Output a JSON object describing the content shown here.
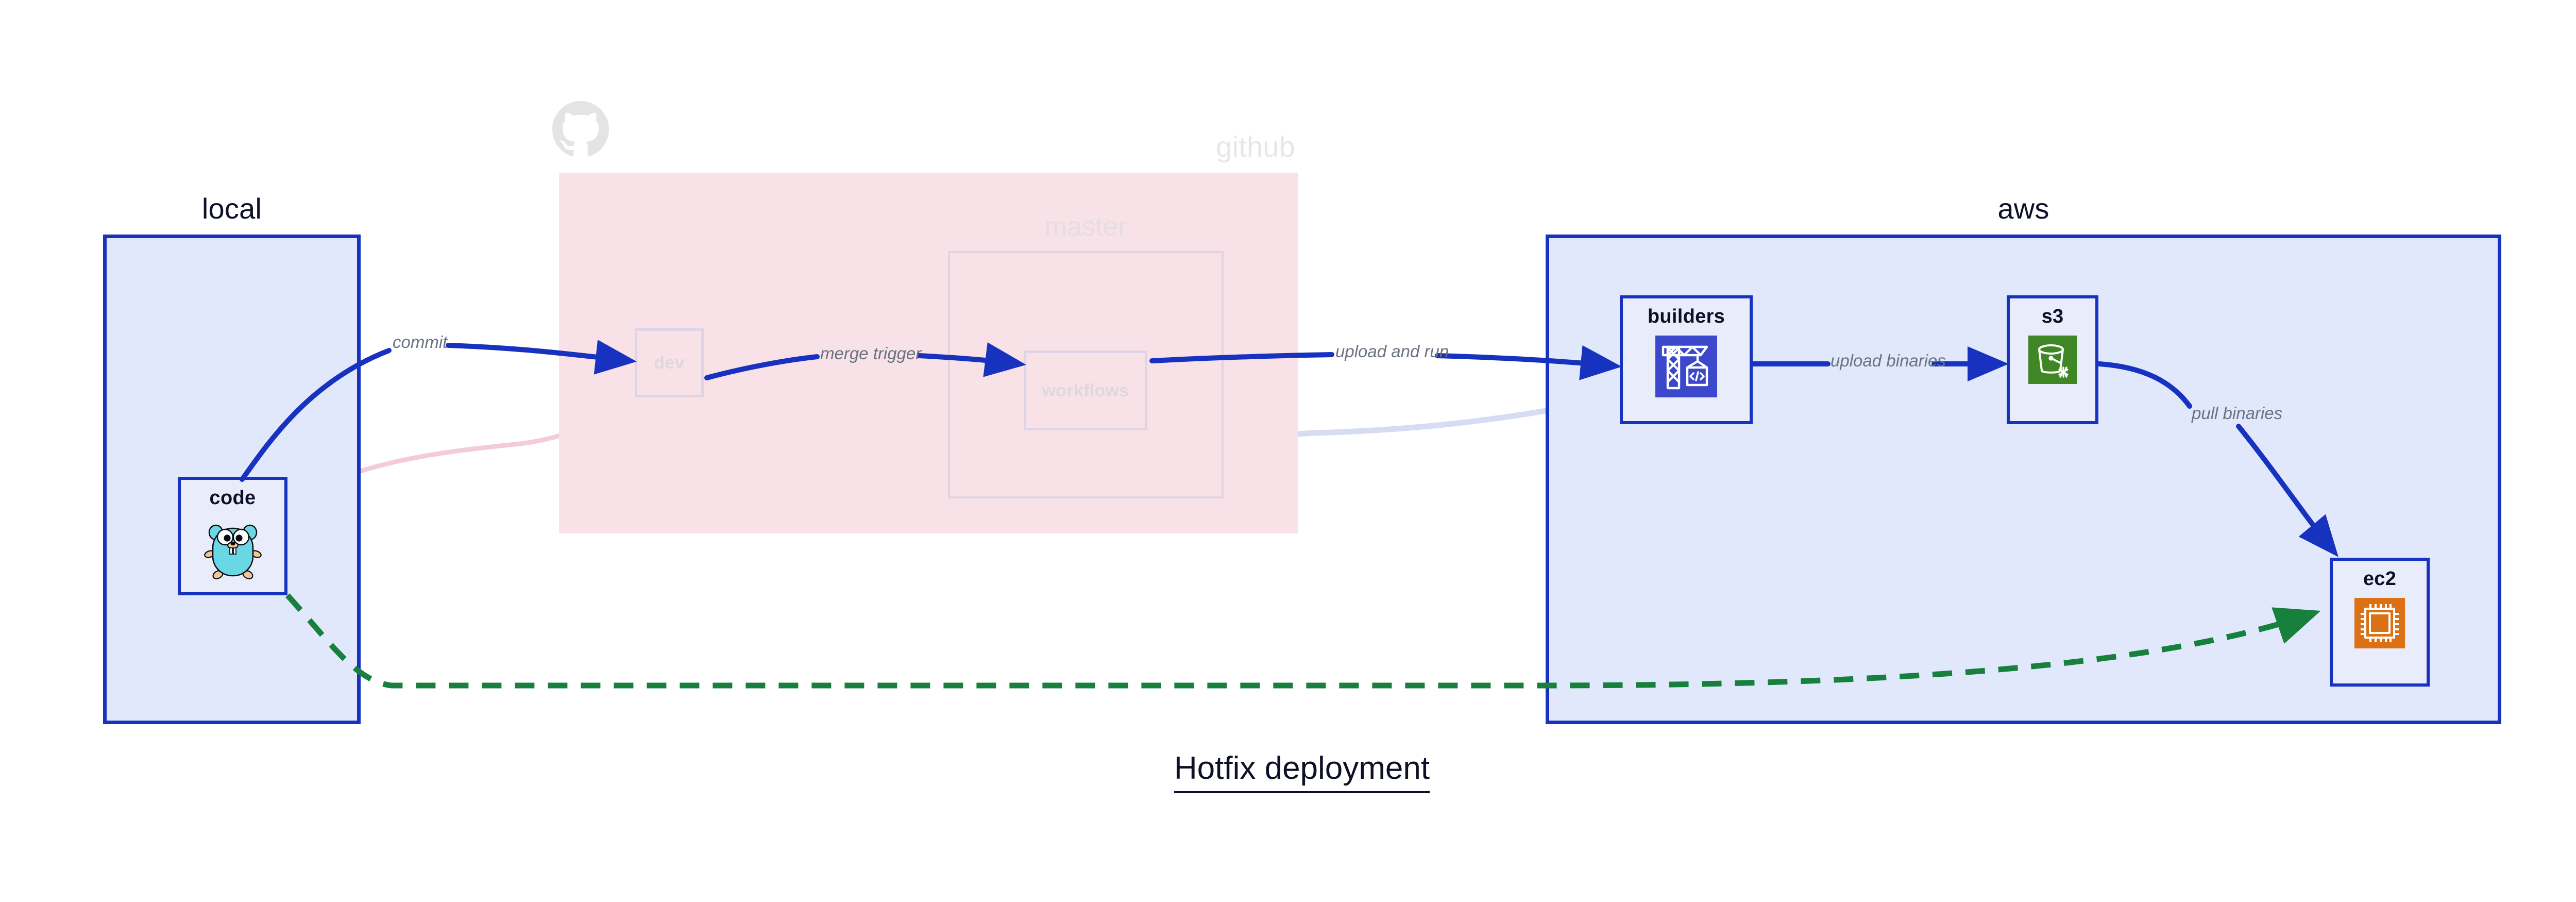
{
  "title": "Hotfix deployment",
  "colors": {
    "group_blue_fill": "#e2e8fb",
    "group_blue_stroke": "#1832c0",
    "group_pink_fill": "#f8e2e8",
    "node_fill": "#e9edfb",
    "edge_blue": "#1832c0",
    "edge_green": "#17803d",
    "label_gray": "#6b7280",
    "text_dark": "#0d1026",
    "faded_purple": "#ded4e6",
    "codebuild_icon": "#3b48cc",
    "s3_icon": "#3f8624",
    "ec2_icon": "#db7014",
    "gopher_body": "#6ad7e5"
  },
  "groups": {
    "local": {
      "label": "local"
    },
    "github": {
      "label": "github",
      "icon": "github-octocat-logo",
      "faded": true
    },
    "master": {
      "label": "master",
      "faded": true
    },
    "aws": {
      "label": "aws"
    }
  },
  "nodes": [
    {
      "id": "code",
      "label": "code",
      "icon": "go-gopher-icon",
      "group": "local",
      "faded": false
    },
    {
      "id": "dev",
      "label": "dev",
      "icon": "none",
      "group": "github",
      "faded": true
    },
    {
      "id": "workflows",
      "label": "workflows",
      "icon": "none",
      "group": "master",
      "faded": true
    },
    {
      "id": "builders",
      "label": "builders",
      "icon": "aws-codebuild-icon",
      "group": "aws",
      "faded": false
    },
    {
      "id": "s3",
      "label": "s3",
      "icon": "aws-s3-bucket-icon",
      "group": "aws",
      "faded": false
    },
    {
      "id": "ec2",
      "label": "ec2",
      "icon": "aws-ec2-cpu-icon",
      "group": "aws",
      "faded": false
    }
  ],
  "edges": [
    {
      "id": "e1",
      "from": "code",
      "to": "dev",
      "label": "commit",
      "style": "solid",
      "color": "#1832c0",
      "faded": false
    },
    {
      "id": "e2",
      "from": "dev",
      "to": "workflows",
      "label": "merge trigger",
      "style": "solid",
      "color": "#1832c0",
      "faded": false
    },
    {
      "id": "e3",
      "from": "workflows",
      "to": "builders",
      "label": "upload and run",
      "style": "solid",
      "color": "#1832c0",
      "faded": false
    },
    {
      "id": "e4",
      "from": "builders",
      "to": "s3",
      "label": "upload binaries",
      "style": "solid",
      "color": "#1832c0",
      "faded": false
    },
    {
      "id": "e5",
      "from": "s3",
      "to": "ec2",
      "label": "pull binaries",
      "style": "solid",
      "color": "#1832c0",
      "faded": false
    },
    {
      "id": "e6",
      "from": "code",
      "to": "ec2",
      "label": "",
      "style": "dashed",
      "color": "#17803d",
      "faded": false
    },
    {
      "id": "e7",
      "from": "code",
      "to": "dev",
      "label": "",
      "style": "solid",
      "color": "#f0c8d2",
      "faded": true
    },
    {
      "id": "e8",
      "from": "dev",
      "to": "workflows",
      "label": "",
      "style": "solid",
      "color": "#ded4e6",
      "faded": true
    },
    {
      "id": "e9",
      "from": "workflows",
      "to": "builders",
      "label": "",
      "style": "solid",
      "color": "#dfe4f6",
      "faded": true
    }
  ],
  "edge_labels": {
    "commit": "commit",
    "merge_trigger": "merge trigger",
    "upload_and_run": "upload and run",
    "upload_binaries": "upload binaries",
    "pull_binaries": "pull binaries"
  }
}
